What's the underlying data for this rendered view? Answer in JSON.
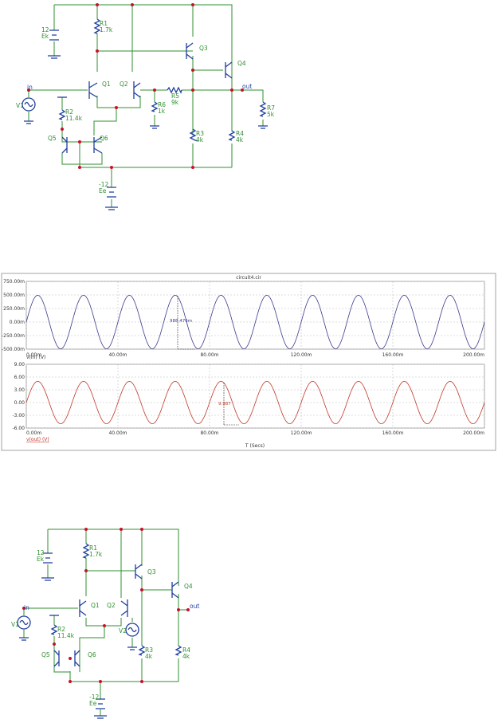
{
  "circuit1": {
    "supply_pos": {
      "value": "12",
      "name": "Ek"
    },
    "supply_neg": {
      "value": "-12",
      "name": "Ee"
    },
    "source": "V1",
    "input_label": "in",
    "output_label": "out",
    "transistors": [
      "Q1",
      "Q2",
      "Q3",
      "Q4",
      "Q5",
      "Q6"
    ],
    "resistors": [
      {
        "name": "R1",
        "value": "1.7k"
      },
      {
        "name": "R2",
        "value": "11.4k"
      },
      {
        "name": "R3",
        "value": "4k"
      },
      {
        "name": "R4",
        "value": "4k"
      },
      {
        "name": "R5",
        "value": "9k"
      },
      {
        "name": "R6",
        "value": "1k"
      },
      {
        "name": "R7",
        "value": "5k"
      }
    ]
  },
  "plot": {
    "title": "circuit4.cir",
    "x_axis_label": "T (Secs)",
    "x_ticks": [
      "0.00m",
      "40.00m",
      "80.00m",
      "120.00m",
      "160.00m",
      "200.00m"
    ],
    "panels": [
      {
        "y_ticks": [
          "750.00m",
          "500.00m",
          "250.00m",
          "0.00m",
          "-250.00m",
          "-500.00m"
        ],
        "trace_label": "v(in) (V)",
        "annotation": "988.476m",
        "color": "#3b3b8f"
      },
      {
        "y_ticks": [
          "9.00",
          "6.00",
          "3.00",
          "0.00",
          "-3.00",
          "-6.00"
        ],
        "trace_label": "v(out) (V)",
        "annotation": "9.987",
        "color": "#c0392b"
      }
    ]
  },
  "chart_data": [
    {
      "type": "line",
      "title": "circuit4.cir",
      "xlabel": "",
      "ylabel": "v(in) (V)",
      "xlim": [
        0,
        200
      ],
      "ylim": [
        -500,
        750
      ],
      "series": [
        {
          "name": "v(in) (V)",
          "amplitude": 494.2,
          "period": 20,
          "offset": 0
        }
      ],
      "annotation": "988.476m"
    },
    {
      "type": "line",
      "title": "",
      "xlabel": "T (Secs)",
      "ylabel": "v(out) (V)",
      "xlim": [
        0,
        200
      ],
      "ylim": [
        -6,
        9
      ],
      "series": [
        {
          "name": "v(out) (V)",
          "amplitude": 4.99,
          "period": 20,
          "offset": 0
        }
      ],
      "annotation": "9.987"
    }
  ],
  "circuit2": {
    "supply_pos": {
      "value": "12",
      "name": "Ek"
    },
    "supply_neg": {
      "value": "-12",
      "name": "Ee"
    },
    "sources": [
      "V1",
      "V2"
    ],
    "input_label": "in",
    "output_label": "out",
    "transistors": [
      "Q1",
      "Q2",
      "Q3",
      "Q4",
      "Q5",
      "Q6"
    ],
    "resistors": [
      {
        "name": "R1",
        "value": "1.7k"
      },
      {
        "name": "R2",
        "value": "11.4k"
      },
      {
        "name": "R3",
        "value": "4k"
      },
      {
        "name": "R4",
        "value": "4k"
      }
    ]
  }
}
